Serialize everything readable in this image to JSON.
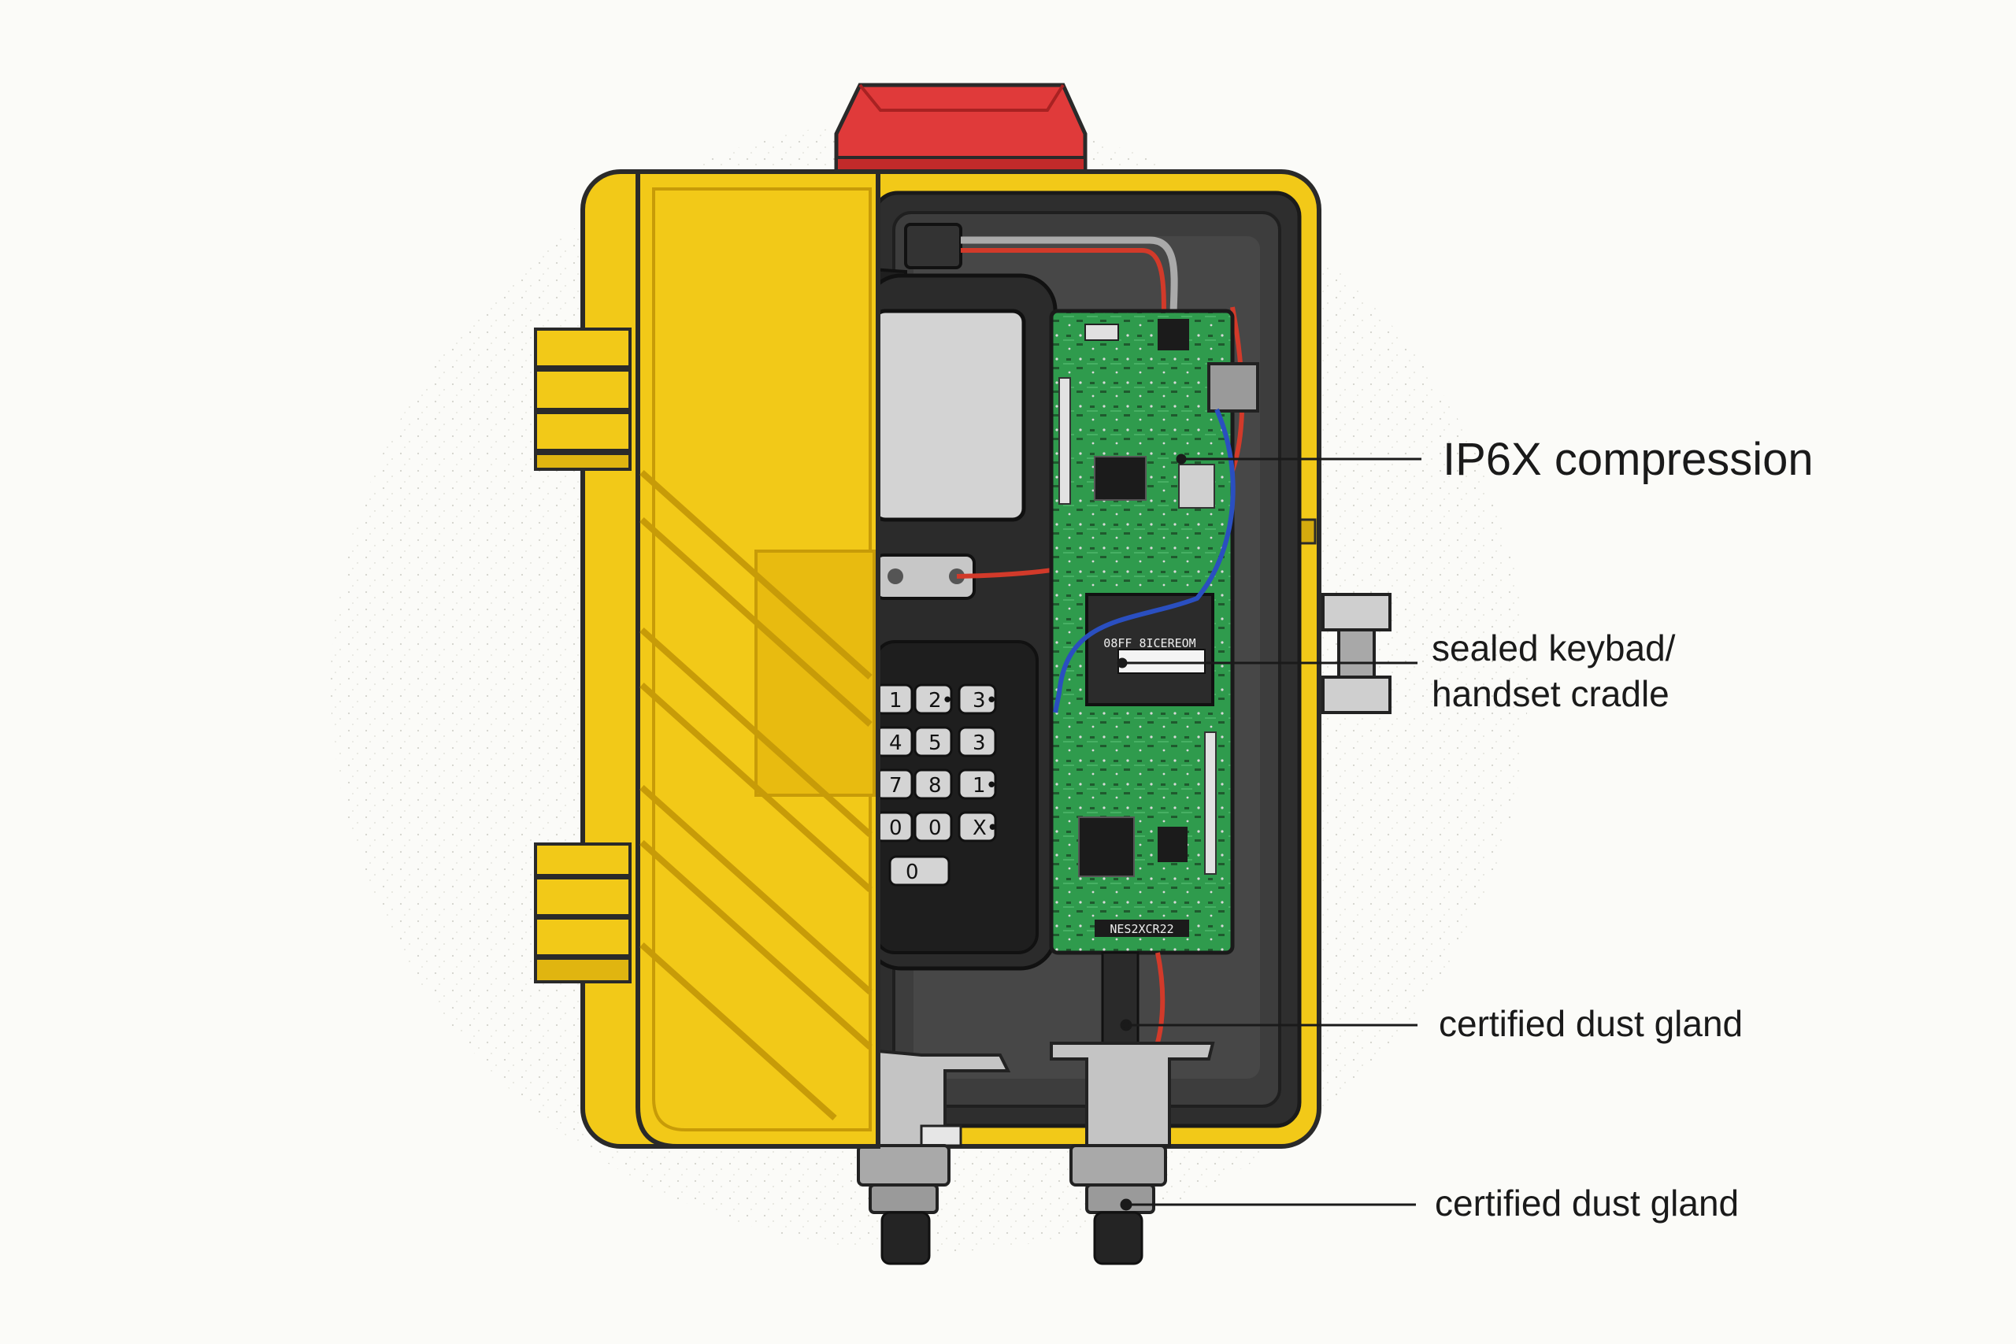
{
  "callouts": {
    "ip6x": "IP6X compression",
    "keypad_line1": "sealed keybad/",
    "keypad_line2": "handset cradle",
    "gland_upper": "certified dust gland",
    "gland_lower": "certified dust gland"
  },
  "device": {
    "keypad_keys": [
      "1",
      "2",
      "3",
      "4",
      "5",
      "3",
      "7",
      "8",
      "1",
      "0",
      "0",
      "X",
      "0"
    ],
    "keypad_key_suffixes": [
      "",
      "•",
      "•",
      "",
      "",
      "",
      "",
      "",
      "•",
      "",
      "",
      "•",
      ""
    ],
    "chip_label": "08FF 8ICEREOM",
    "board_label": "NES2XCR22"
  },
  "colors": {
    "enclosure_yellow": "#f2c918",
    "enclosure_shadow": "#c79b08",
    "beacon_red": "#e03a3a",
    "pcb_green": "#2e9a4c",
    "interior_dark": "#3a3a3a",
    "wire_red": "#d23a2a",
    "wire_blue": "#2a4fc0",
    "gland_grey": "#b9b9b9",
    "leader_line": "#1a1a1a"
  }
}
